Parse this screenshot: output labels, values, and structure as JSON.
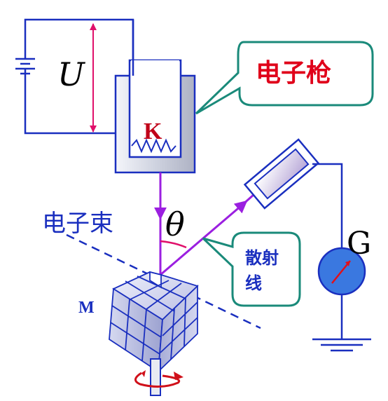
{
  "labels": {
    "voltage": "U",
    "cathode": "K",
    "electron_gun": "电子枪",
    "electron_beam": "电子束",
    "angle": "θ",
    "scattered_line1": "散射",
    "scattered_line2": "线",
    "galvanometer": "G",
    "crystal": "M"
  },
  "colors": {
    "circuit": "#1a2fbf",
    "beam": "#9b1fe0",
    "voltage_arrow": "#e0106a",
    "callout_border": "#1a8a7a",
    "callout_fill": "#ffffff",
    "electron_gun_text": "#e0001a",
    "scatter_text": "#1a2fbf",
    "beam_label": "#1a2fbf",
    "dashed_line": "#1a2fbf",
    "meter_fill": "#3a78e0",
    "meter_needle": "#e0101a",
    "rotation_arrow": "#d0101a",
    "crystal_face": "#b8bde6",
    "gun_fill": "#d8dbe6"
  }
}
